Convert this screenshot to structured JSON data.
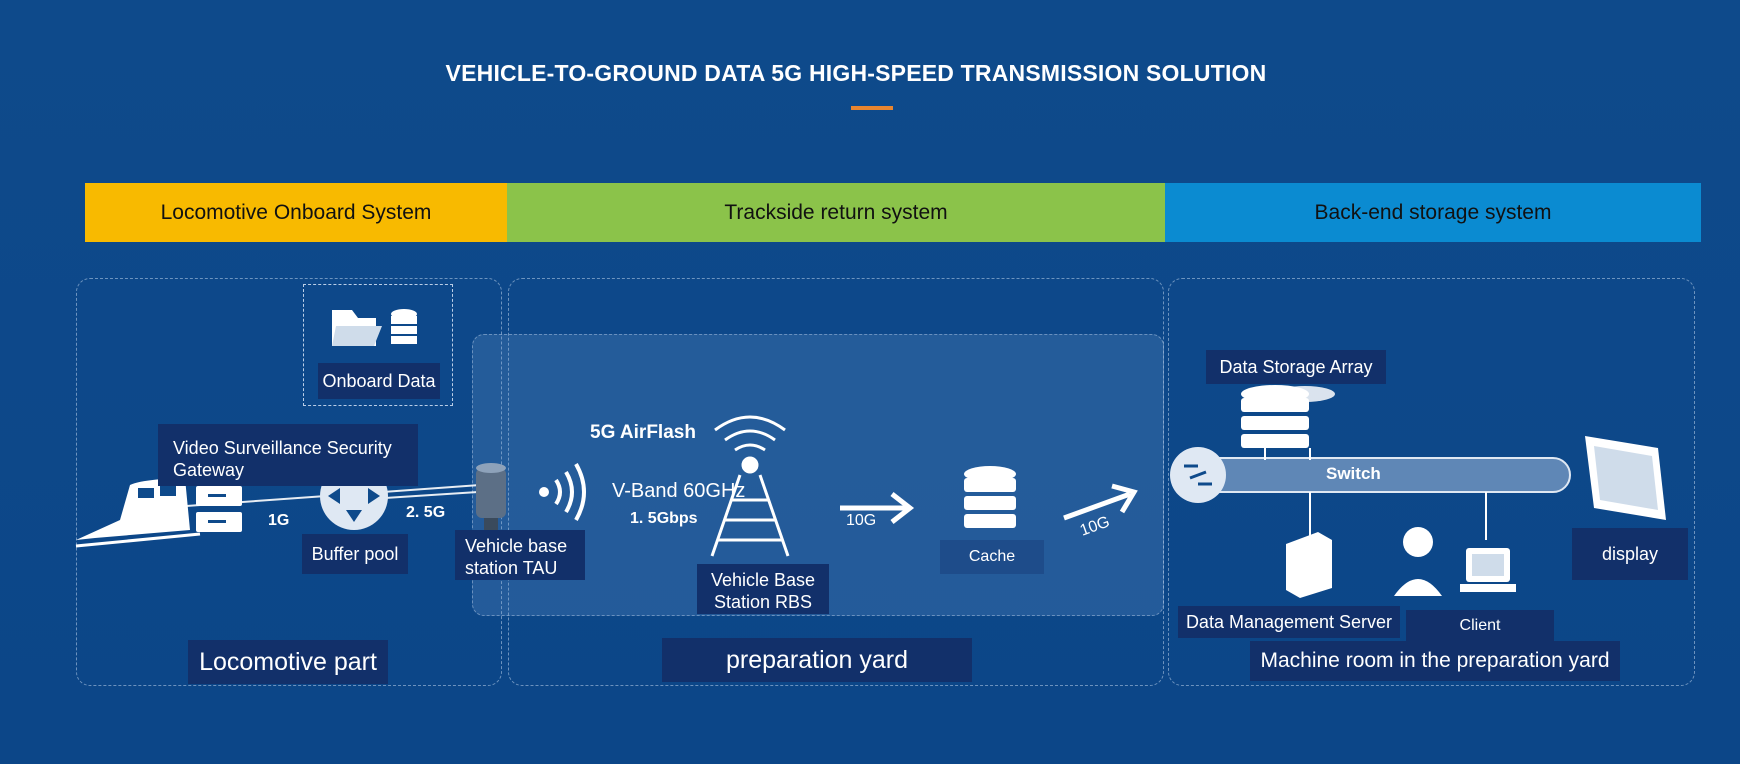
{
  "title": "VEHICLE-TO-GROUND DATA 5G HIGH-SPEED  TRANSMISSION SOLUTION",
  "bands": [
    "Locomotive Onboard System",
    "Trackside return system",
    "Back-end storage system"
  ],
  "labels": {
    "onboard_data": "Onboard Data",
    "video_gateway": "Video Surveillance Security Gateway",
    "buffer_pool": "Buffer pool",
    "speed_1g": "1G",
    "speed_25g": "2. 5G",
    "tau": "Vehicle base station TAU",
    "airflash": "5G AirFlash",
    "vband": "V-Band 60GHz",
    "gbps": "1. 5Gbps",
    "rbs": "Vehicle Base Station RBS",
    "speed_10g_a": "10G",
    "cache": "Cache",
    "speed_10g_b": "10G",
    "storage_array": "Data Storage Array",
    "switch": "Switch",
    "display": "display",
    "mgmt_server": "Data Management Server",
    "client": "Client"
  },
  "zones": [
    "Locomotive part",
    "preparation yard",
    "Machine room in the preparation yard"
  ],
  "colors": {
    "accent": "#e8852f",
    "band1": "#f8ba00",
    "band2": "#8bc34a",
    "band3": "#0b8bd1",
    "label_bg": "#12306a"
  }
}
